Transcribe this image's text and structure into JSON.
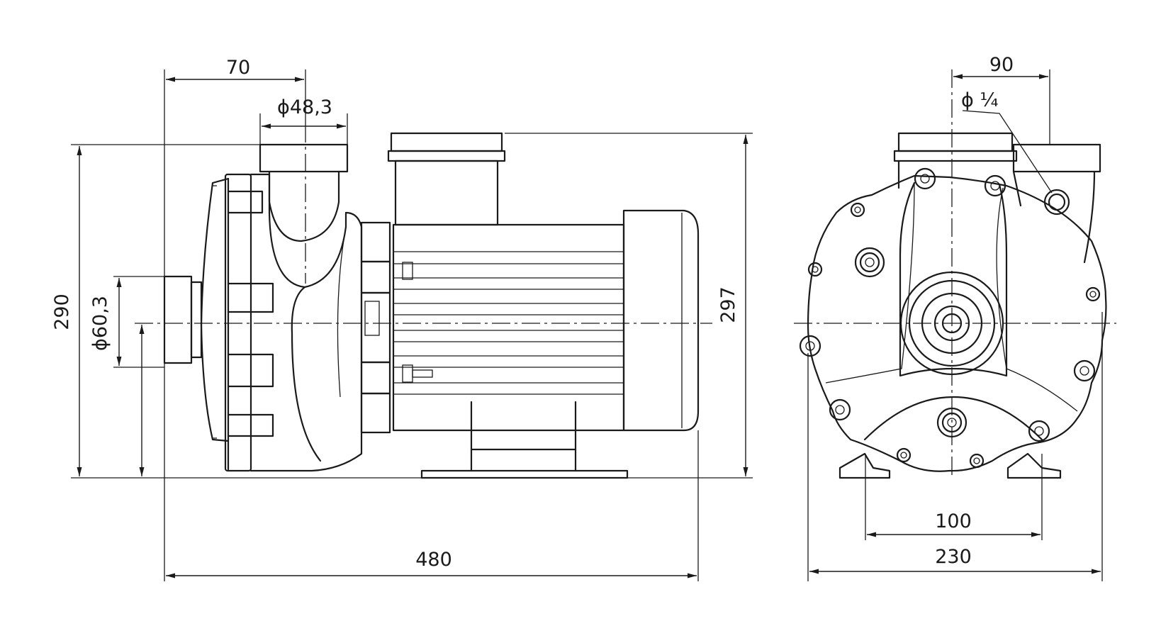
{
  "side_view": {
    "dim_overall_length": "480",
    "dim_height_left": "290",
    "dim_height_right": "297",
    "dim_inlet_offset": "70",
    "dim_discharge_diameter": "ϕ48,3",
    "dim_suction_diameter": "ϕ60,3"
  },
  "front_view": {
    "dim_port_offset": "90",
    "dim_gauge_thread": "ϕ ¼",
    "dim_foot_spacing": "100",
    "dim_overall_width": "230"
  },
  "colors": {
    "line": "#1a1a1a",
    "background": "#ffffff"
  }
}
